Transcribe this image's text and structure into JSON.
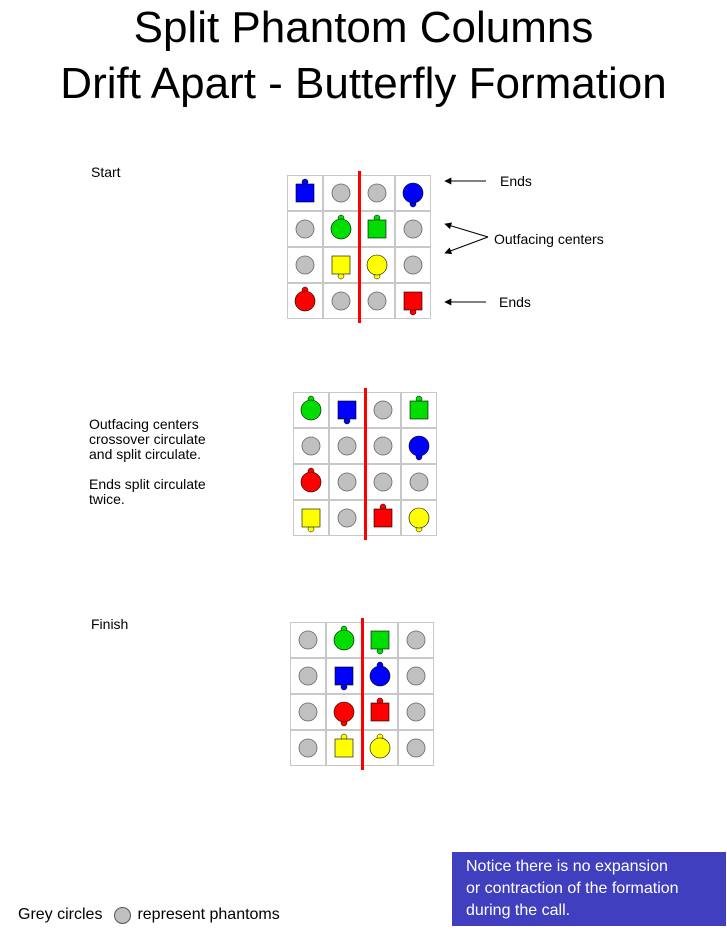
{
  "title": {
    "line1": "Split Phantom Columns",
    "line2": "Drift Apart - Butterfly Formation"
  },
  "steps": {
    "start_label": "Start",
    "middle_label": "Outfacing centers\ncrossover circulate\nand split circulate.\n\nEnds split circulate\ntwice.",
    "finish_label": "Finish"
  },
  "annotations": {
    "ends_top": "Ends",
    "outfacing_centers": "Outfacing centers",
    "ends_bottom": "Ends"
  },
  "legend": {
    "before": "Grey circles",
    "after": "represent phantoms"
  },
  "note": "Notice there is no expansion\nor contraction of the formation\nduring the call.",
  "colors": {
    "blue": "#0000ff",
    "green": "#00dd00",
    "yellow": "#ffff00",
    "red": "#ff0000",
    "phantom": "#c0c0c0",
    "divider": "#ff0000",
    "note_bg": "#3f3fbf"
  },
  "formations": {
    "start": [
      [
        {
          "s": "square",
          "c": "blue",
          "f": "up"
        },
        {
          "s": "phantom"
        },
        {
          "s": "phantom"
        },
        {
          "s": "circle",
          "c": "blue",
          "f": "down"
        }
      ],
      [
        {
          "s": "phantom"
        },
        {
          "s": "circle",
          "c": "green",
          "f": "up"
        },
        {
          "s": "square",
          "c": "green",
          "f": "up"
        },
        {
          "s": "phantom"
        }
      ],
      [
        {
          "s": "phantom"
        },
        {
          "s": "square",
          "c": "yellow",
          "f": "down"
        },
        {
          "s": "circle",
          "c": "yellow",
          "f": "down"
        },
        {
          "s": "phantom"
        }
      ],
      [
        {
          "s": "circle",
          "c": "red",
          "f": "up"
        },
        {
          "s": "phantom"
        },
        {
          "s": "phantom"
        },
        {
          "s": "square",
          "c": "red",
          "f": "down"
        }
      ]
    ],
    "middle": [
      [
        {
          "s": "circle",
          "c": "green",
          "f": "up"
        },
        {
          "s": "square",
          "c": "blue",
          "f": "down"
        },
        {
          "s": "phantom"
        },
        {
          "s": "square",
          "c": "green",
          "f": "up"
        }
      ],
      [
        {
          "s": "phantom"
        },
        {
          "s": "phantom"
        },
        {
          "s": "phantom"
        },
        {
          "s": "circle",
          "c": "blue",
          "f": "down"
        }
      ],
      [
        {
          "s": "circle",
          "c": "red",
          "f": "up"
        },
        {
          "s": "phantom"
        },
        {
          "s": "phantom"
        },
        {
          "s": "phantom"
        }
      ],
      [
        {
          "s": "square",
          "c": "yellow",
          "f": "down"
        },
        {
          "s": "phantom"
        },
        {
          "s": "square",
          "c": "red",
          "f": "up"
        },
        {
          "s": "circle",
          "c": "yellow",
          "f": "down"
        }
      ]
    ],
    "finish": [
      [
        {
          "s": "phantom"
        },
        {
          "s": "circle",
          "c": "green",
          "f": "up"
        },
        {
          "s": "square",
          "c": "green",
          "f": "down"
        },
        {
          "s": "phantom"
        }
      ],
      [
        {
          "s": "phantom"
        },
        {
          "s": "square",
          "c": "blue",
          "f": "down"
        },
        {
          "s": "circle",
          "c": "blue",
          "f": "up"
        },
        {
          "s": "phantom"
        }
      ],
      [
        {
          "s": "phantom"
        },
        {
          "s": "circle",
          "c": "red",
          "f": "down"
        },
        {
          "s": "square",
          "c": "red",
          "f": "up"
        },
        {
          "s": "phantom"
        }
      ],
      [
        {
          "s": "phantom"
        },
        {
          "s": "square",
          "c": "yellow",
          "f": "up"
        },
        {
          "s": "circle",
          "c": "yellow",
          "f": "up"
        },
        {
          "s": "phantom"
        }
      ]
    ]
  }
}
